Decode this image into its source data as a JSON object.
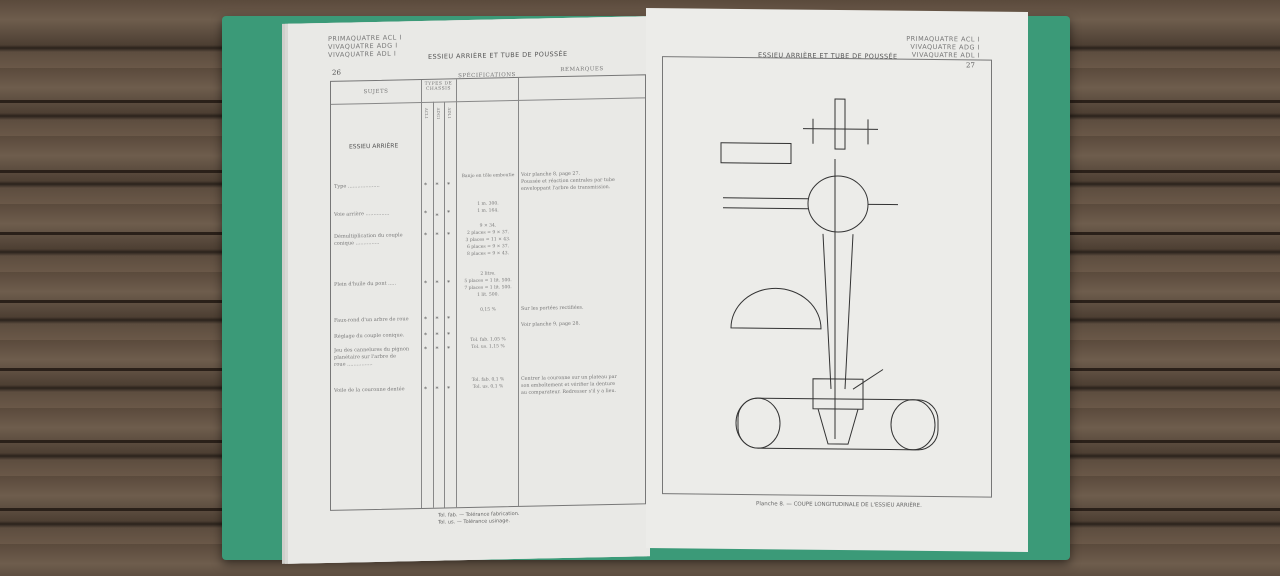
{
  "left_page": {
    "models": [
      "PRIMAQUATRE ACL I",
      "VIVAQUATRE ADG I",
      "VIVAQUATRE ADL I"
    ],
    "title": "ESSIEU ARRIÈRE ET TUBE DE POUSSÉE",
    "page_number": "26",
    "columns": {
      "subjects": "SUJETS",
      "types": "TYPES DE CHASSIS",
      "type_codes": [
        "ACL1",
        "ADG1",
        "ADL1"
      ],
      "specs": "SPÉCIFICATIONS",
      "remarks": "REMARQUES"
    },
    "section": "ESSIEU ARRIÈRE",
    "rows": [
      {
        "subject": [
          "Type ...................."
        ],
        "marks": [
          1,
          1,
          1
        ],
        "specs": [
          "Banjo en tôle emboutie"
        ],
        "remarks": [
          "Voir planche 8, page 27.",
          "Poussée et réaction centrales par tube",
          "enveloppant l'arbre de transmission."
        ]
      },
      {
        "subject": [
          "Voie arrière ..............."
        ],
        "marks": [
          1,
          1,
          1
        ],
        "specs": [
          "1 m. 300.",
          "1 m. 164."
        ],
        "remarks": []
      },
      {
        "subject": [
          "Démultiplication du couple",
          "conique ..............."
        ],
        "marks": [
          1,
          1,
          1
        ],
        "specs": [
          "9 × 34.",
          "2 places = 9 × 37.",
          "3 places = 11 × 43.",
          "6 places = 9 × 37.",
          "8 places = 9 × 43."
        ],
        "remarks": []
      },
      {
        "subject": [
          "Plein d'huile du pont ....."
        ],
        "marks": [
          1,
          1,
          1
        ],
        "specs": [
          "2 litre.",
          "5 places = 1 lit. 500.",
          "7 places = 1 lit. 500.",
          "1 lit. 500."
        ],
        "remarks": []
      },
      {
        "subject": [
          "Faux-rond d'un arbre de roue"
        ],
        "marks": [
          1,
          1,
          1
        ],
        "specs": [
          "0,15 %"
        ],
        "remarks": [
          "Sur les portées rectifiées."
        ]
      },
      {
        "subject": [
          "Réglage du couple conique."
        ],
        "marks": [
          1,
          1,
          1
        ],
        "specs": [],
        "remarks": [
          "Voir planche 9, page 28."
        ]
      },
      {
        "subject": [
          "Jeu des cannelures du pignon",
          "planétaire sur l'arbre de",
          "roue ................"
        ],
        "marks": [
          1,
          1,
          1
        ],
        "specs": [
          "Tol. fab. 1,05 %",
          "Tol. us. 1,15 %"
        ],
        "remarks": []
      },
      {
        "subject": [
          "Voile de la couronne dentée"
        ],
        "marks": [
          1,
          1,
          1
        ],
        "specs": [
          "Tol. fab. 0,1 %",
          "Tol. us. 0,1 %"
        ],
        "remarks": [
          "Centrer la couronne sur un plateau par",
          "son emboîtement et vérifier la denture",
          "au comparateur. Redresser s'il y a lieu."
        ]
      }
    ],
    "footnotes": [
      "Tol. fab. — Tolérance fabrication.",
      "Tol. us. — Tolérance usinage."
    ]
  },
  "right_page": {
    "models": [
      "PRIMAQUATRE ACL I",
      "VIVAQUATRE ADG I",
      "VIVAQUATRE ADL I"
    ],
    "title": "ESSIEU ARRIÈRE ET TUBE DE POUSSÉE",
    "page_number": "27",
    "caption": "Planche 8. — COUPE LONGITUDINALE DE L'ESSIEU ARRIÈRE."
  }
}
